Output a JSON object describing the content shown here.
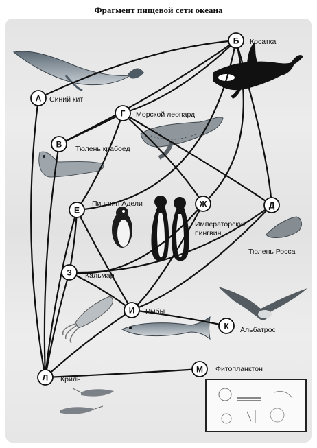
{
  "title": "Фрагмент пищевой сети океана",
  "nodes": [
    {
      "id": "A",
      "letter": "А",
      "label": "Синий кит"
    },
    {
      "id": "B",
      "letter": "Б",
      "label": "Косатка"
    },
    {
      "id": "V",
      "letter": "В",
      "label": "Тюлень крабоед"
    },
    {
      "id": "G",
      "letter": "Г",
      "label": "Морской леопард"
    },
    {
      "id": "E",
      "letter": "Е",
      "label": "Пингвин Адели"
    },
    {
      "id": "ZH",
      "letter": "Ж",
      "label": "Императорский пингвин"
    },
    {
      "id": "D",
      "letter": "Д",
      "label": "Тюлень Росса"
    },
    {
      "id": "Z",
      "letter": "З",
      "label": "Кальмар"
    },
    {
      "id": "I",
      "letter": "И",
      "label": "Рыбы"
    },
    {
      "id": "K",
      "letter": "К",
      "label": "Альбатрос"
    },
    {
      "id": "L",
      "letter": "Л",
      "label": "Криль"
    },
    {
      "id": "M",
      "letter": "М",
      "label": "Фитопланктон"
    }
  ],
  "links": [
    [
      "A",
      "B"
    ],
    [
      "A",
      "L"
    ],
    [
      "B",
      "V"
    ],
    [
      "B",
      "G"
    ],
    [
      "B",
      "E"
    ],
    [
      "B",
      "ZH"
    ],
    [
      "B",
      "D"
    ],
    [
      "G",
      "V"
    ],
    [
      "G",
      "ZH"
    ],
    [
      "G",
      "E"
    ],
    [
      "G",
      "D"
    ],
    [
      "V",
      "L"
    ],
    [
      "E",
      "Z"
    ],
    [
      "E",
      "I"
    ],
    [
      "E",
      "L"
    ],
    [
      "ZH",
      "Z"
    ],
    [
      "ZH",
      "I"
    ],
    [
      "D",
      "Z"
    ],
    [
      "D",
      "I"
    ],
    [
      "Z",
      "I"
    ],
    [
      "Z",
      "L"
    ],
    [
      "I",
      "L"
    ],
    [
      "I",
      "K"
    ],
    [
      "L",
      "M"
    ]
  ]
}
